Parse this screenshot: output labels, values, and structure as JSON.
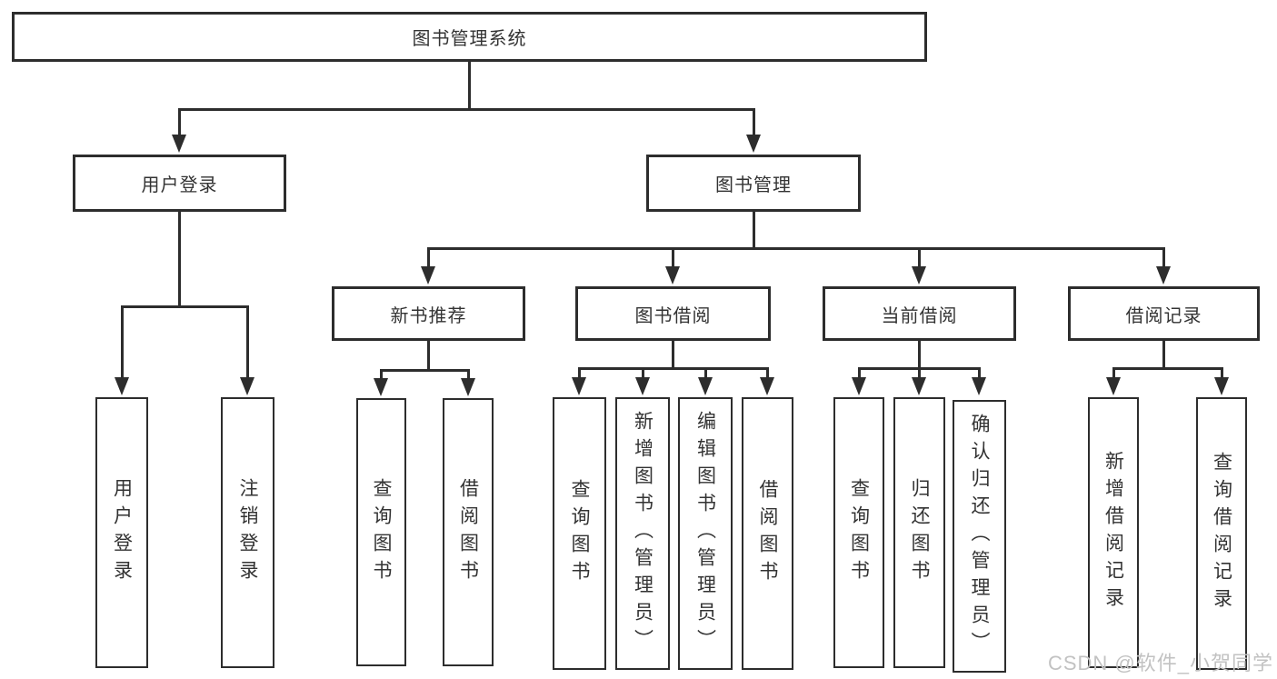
{
  "tree": {
    "root": {
      "label": "图书管理系统"
    },
    "branches": [
      {
        "label": "用户登录",
        "children": [
          {
            "label": "用户登录"
          },
          {
            "label": "注销登录"
          }
        ]
      },
      {
        "label": "图书管理",
        "sections": [
          {
            "label": "新书推荐",
            "children": [
              {
                "label": "查询图书"
              },
              {
                "label": "借阅图书"
              }
            ]
          },
          {
            "label": "图书借阅",
            "children": [
              {
                "label": "查询图书"
              },
              {
                "label": "新增图书（管理员）"
              },
              {
                "label": "编辑图书（管理员）"
              },
              {
                "label": "借阅图书"
              }
            ]
          },
          {
            "label": "当前借阅",
            "children": [
              {
                "label": "查询图书"
              },
              {
                "label": "归还图书"
              },
              {
                "label": "确认归还（管理员）"
              }
            ]
          },
          {
            "label": "借阅记录",
            "children": [
              {
                "label": "新增借阅记录"
              },
              {
                "label": "查询借阅记录"
              }
            ]
          }
        ]
      }
    ]
  },
  "watermark": {
    "text": "CSDN @软件_小贺同学",
    "color": "#c2c2c2"
  },
  "colors": {
    "line": "#2d2d2d",
    "text": "#333333",
    "background": "#ffffff"
  }
}
